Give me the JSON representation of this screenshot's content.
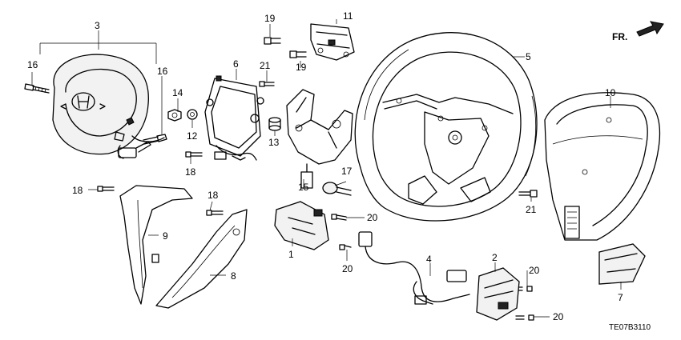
{
  "diagram": {
    "direction_label": "FR.",
    "drawing_code": "TE07B3110",
    "callouts": {
      "c1": "1",
      "c2": "2",
      "c3": "3",
      "c4": "4",
      "c5": "5",
      "c6": "6",
      "c7": "7",
      "c8": "8",
      "c9": "9",
      "c10": "10",
      "c11": "11",
      "c12": "12",
      "c13": "13",
      "c14": "14",
      "c15": "15",
      "c16a": "16",
      "c16b": "16",
      "c17": "17",
      "c18a": "18",
      "c18b": "18",
      "c18c": "18",
      "c19a": "19",
      "c19b": "19",
      "c20a": "20",
      "c20b": "20",
      "c20c": "20",
      "c20d": "20",
      "c21a": "21",
      "c21b": "21"
    }
  }
}
